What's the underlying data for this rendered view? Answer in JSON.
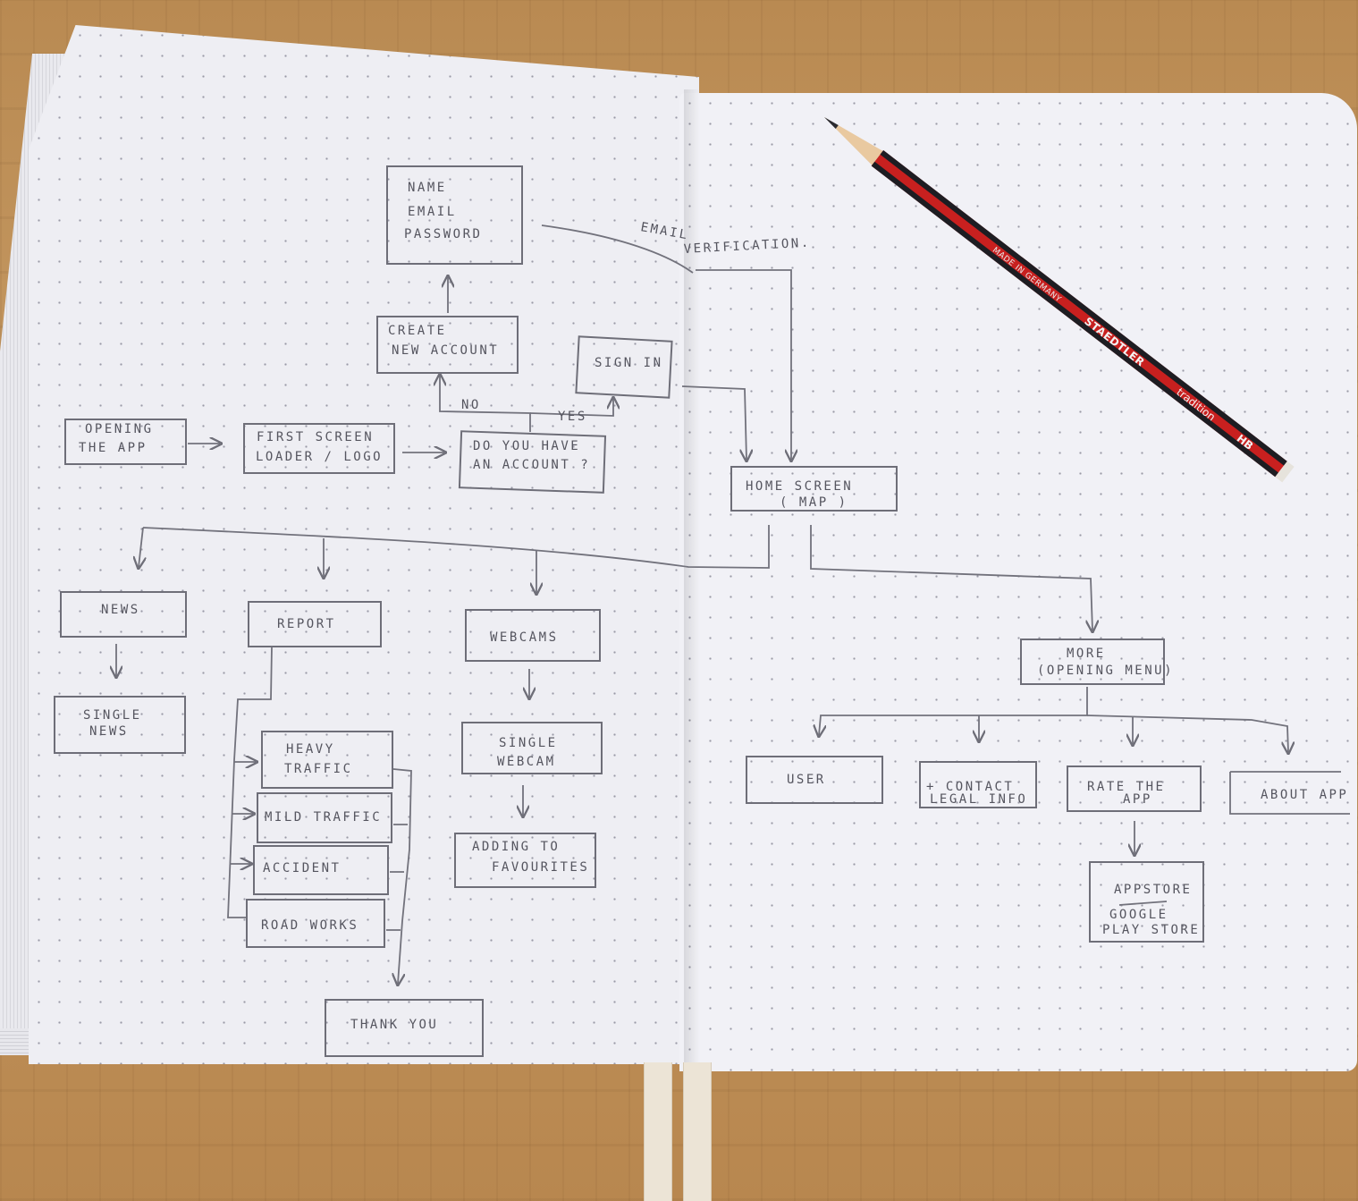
{
  "diagram": {
    "signup_fields": [
      "NAME",
      "EMAIL",
      "PASSWORD"
    ],
    "email_verification": "EMAIL VERIFICATION.",
    "create_account": [
      "CREATE",
      "NEW ACCOUNT"
    ],
    "sign_in": "SIGN IN",
    "no": "NO",
    "yes": "YES",
    "opening_the_app": [
      "OPENING",
      "THE APP"
    ],
    "first_screen": [
      "FIRST SCREEN",
      "LOADER / LOGO"
    ],
    "do_you_have_account": [
      "DO YOU HAVE",
      "AN ACCOUNT ?"
    ],
    "home_screen": [
      "HOME SCREEN",
      "( MAP )"
    ],
    "news": "NEWS",
    "single_news": [
      "SINGLE",
      "NEWS"
    ],
    "report": "REPORT",
    "heavy_traffic": [
      "HEAVY",
      "TRAFFIC"
    ],
    "mild_traffic": "MILD TRAFFIC",
    "accident": "ACCIDENT",
    "road_works": "ROAD WORKS",
    "thank_you": "THANK YOU",
    "webcams": "WEBCAMS",
    "single_webcam": [
      "SINGLE",
      "WEBCAM"
    ],
    "adding_to_favourites": [
      "ADDING TO",
      "FAVOURITES"
    ],
    "more": [
      "MORE",
      "(OPENING MENU)"
    ],
    "user": "USER",
    "contact": [
      "+ CONTACT",
      "LEGAL INFO"
    ],
    "rate_the_app": [
      "RATE THE",
      "APP"
    ],
    "about_app": "ABOUT APP",
    "stores": [
      "APPSTORE",
      "GOOGLE",
      "PLAY STORE"
    ]
  },
  "pencil": {
    "brand": "STAEDTLER",
    "line": "tradition",
    "grade": "HB",
    "origin": "MADE IN GERMANY"
  }
}
